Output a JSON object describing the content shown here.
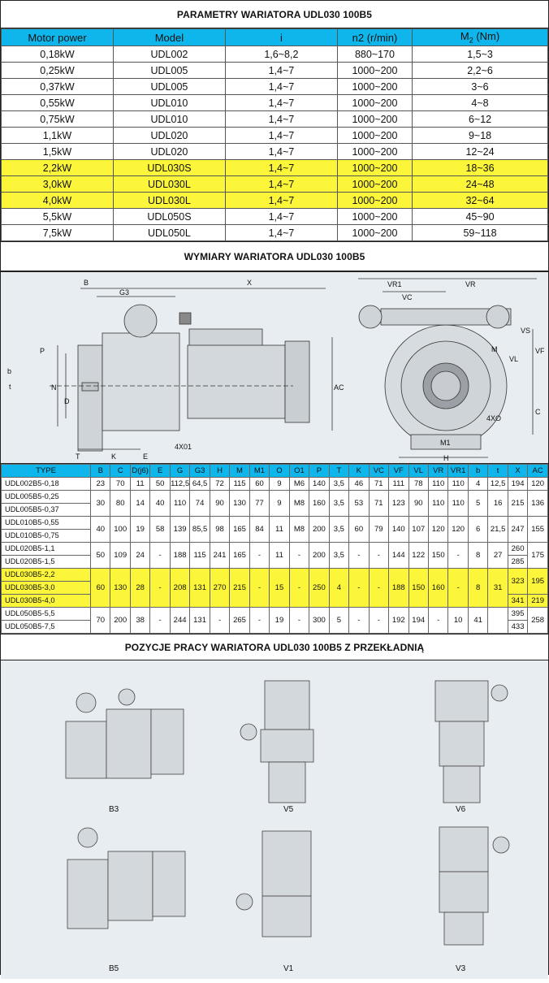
{
  "params": {
    "title": "PARAMETRY WARIATORA UDL030 100B5",
    "headers": [
      "Motor power",
      "Model",
      "i",
      "n2 (r/min)",
      "M",
      "2",
      " (Nm)"
    ],
    "rows": [
      [
        "0,18kW",
        "UDL002",
        "1,6~8,2",
        "880~170",
        "1,5~3"
      ],
      [
        "0,25kW",
        "UDL005",
        "1,4~7",
        "1000~200",
        "2,2~6"
      ],
      [
        "0,37kW",
        "UDL005",
        "1,4~7",
        "1000~200",
        "3~6"
      ],
      [
        "0,55kW",
        "UDL010",
        "1,4~7",
        "1000~200",
        "4~8"
      ],
      [
        "0,75kW",
        "UDL010",
        "1,4~7",
        "1000~200",
        "6~12"
      ],
      [
        "1,1kW",
        "UDL020",
        "1,4~7",
        "1000~200",
        "9~18"
      ],
      [
        "1,5kW",
        "UDL020",
        "1,4~7",
        "1000~200",
        "12~24"
      ],
      [
        "2,2kW",
        "UDL030S",
        "1,4~7",
        "1000~200",
        "18~36"
      ],
      [
        "3,0kW",
        "UDL030L",
        "1,4~7",
        "1000~200",
        "24~48"
      ],
      [
        "4,0kW",
        "UDL030L",
        "1,4~7",
        "1000~200",
        "32~64"
      ],
      [
        "5,5kW",
        "UDL050S",
        "1,4~7",
        "1000~200",
        "45~90"
      ],
      [
        "7,5kW",
        "UDL050L",
        "1,4~7",
        "1000~200",
        "59~118"
      ]
    ]
  },
  "dimensions": {
    "title": "WYMIARY WARIATORA UDL030 100B5",
    "labels": {
      "B": "B",
      "X": "X",
      "G3": "G3",
      "P": "P",
      "N": "N",
      "D": "D",
      "b": "b",
      "t": "t",
      "T": "T",
      "K": "K",
      "E": "E",
      "AC": "AC",
      "4X01": "4X01",
      "VR1": "VR1",
      "VC": "VC",
      "VR": "VR",
      "VS": "VS",
      "VF": "VF",
      "VL": "VL",
      "M": "M",
      "C": "C",
      "4XO": "4XO",
      "M1": "M1",
      "H": "H"
    },
    "headers": [
      "TYPE",
      "B",
      "C",
      "D(j6)",
      "E",
      "G",
      "G3",
      "H",
      "M",
      "M1",
      "O",
      "O1",
      "P",
      "T",
      "K",
      "VC",
      "VF",
      "VL",
      "VR",
      "VR1",
      "b",
      "t",
      "X",
      "AC"
    ],
    "groups": [
      {
        "types": [
          "UDL002B5-0,18"
        ],
        "vals": [
          "23",
          "70",
          "11",
          "50",
          "112,5",
          "64,5",
          "72",
          "115",
          "60",
          "9",
          "M6",
          "140",
          "3,5",
          "46",
          "71",
          "111",
          "78",
          "110",
          "110",
          "4",
          "12,5"
        ],
        "x": [
          "194"
        ],
        "ac": "120"
      },
      {
        "types": [
          "UDL005B5-0,25",
          "UDL005B5-0,37"
        ],
        "vals": [
          "30",
          "80",
          "14",
          "40",
          "110",
          "74",
          "90",
          "130",
          "77",
          "9",
          "M8",
          "160",
          "3,5",
          "53",
          "71",
          "123",
          "90",
          "110",
          "110",
          "5",
          "16"
        ],
        "x": [
          "215"
        ],
        "ac": "136"
      },
      {
        "types": [
          "UDL010B5-0,55",
          "UDL010B5-0,75"
        ],
        "vals": [
          "40",
          "100",
          "19",
          "58",
          "139",
          "85,5",
          "98",
          "165",
          "84",
          "11",
          "M8",
          "200",
          "3,5",
          "60",
          "79",
          "140",
          "107",
          "120",
          "120",
          "6",
          "21,5"
        ],
        "x": [
          "247"
        ],
        "ac": "155"
      },
      {
        "types": [
          "UDL020B5-1,1",
          "UDL020B5-1,5"
        ],
        "vals": [
          "50",
          "109",
          "24",
          "-",
          "188",
          "115",
          "241",
          "165",
          "-",
          "11",
          "-",
          "200",
          "3,5",
          "-",
          "-",
          "144",
          "122",
          "150",
          "-",
          "8",
          "27"
        ],
        "x": [
          "260",
          "285"
        ],
        "ac": "175"
      },
      {
        "types": [
          "UDL030B5-2,2",
          "UDL030B5-3,0",
          "UDL030B5-4,0"
        ],
        "vals": [
          "60",
          "130",
          "28",
          "-",
          "208",
          "131",
          "270",
          "215",
          "-",
          "15",
          "-",
          "250",
          "4",
          "-",
          "-",
          "188",
          "150",
          "160",
          "-",
          "8",
          "31"
        ],
        "x": [
          "323",
          "341"
        ],
        "ac": "195",
        "ac2": "219"
      },
      {
        "types": [
          "UDL050B5-5,5",
          "UDL050B5-7,5"
        ],
        "vals": [
          "70",
          "200",
          "38",
          "-",
          "244",
          "131",
          "-",
          "265",
          "-",
          "19",
          "-",
          "300",
          "5",
          "-",
          "-",
          "192",
          "194",
          "-",
          "10",
          "41",
          ""
        ],
        "x": [
          "395",
          "433"
        ],
        "ac": "258"
      }
    ]
  },
  "positions": {
    "title": "POZYCJE PRACY WARIATORA UDL030 100B5 Z PRZEKŁADNIĄ",
    "labels": [
      "B3",
      "V5",
      "V6",
      "B5",
      "V1",
      "V3"
    ]
  }
}
